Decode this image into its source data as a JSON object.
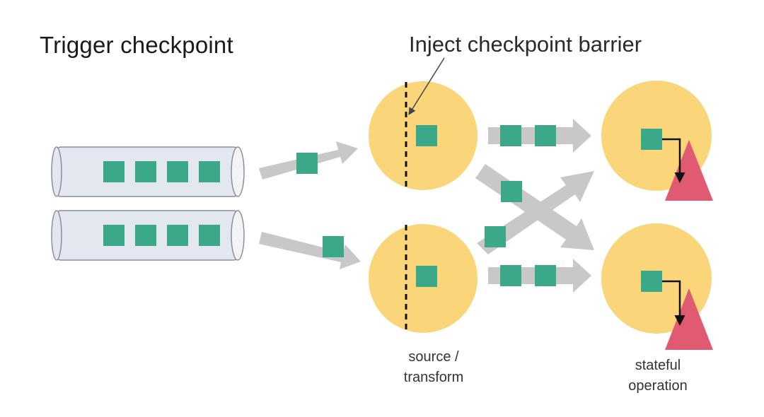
{
  "title": "Trigger checkpoint",
  "callout": "Inject checkpoint barrier",
  "labels": {
    "source_line1": "source /",
    "source_line2": "transform",
    "stateful_line1": "stateful",
    "stateful_line2": "operation"
  },
  "colors": {
    "record": "#3aa889",
    "operator": "#fad57a",
    "arrow": "#c8c8c8",
    "queue_fill": "#e3e8f0",
    "queue_stroke": "#8a8f99",
    "state": "#e05a72",
    "barrier": "#111111"
  }
}
